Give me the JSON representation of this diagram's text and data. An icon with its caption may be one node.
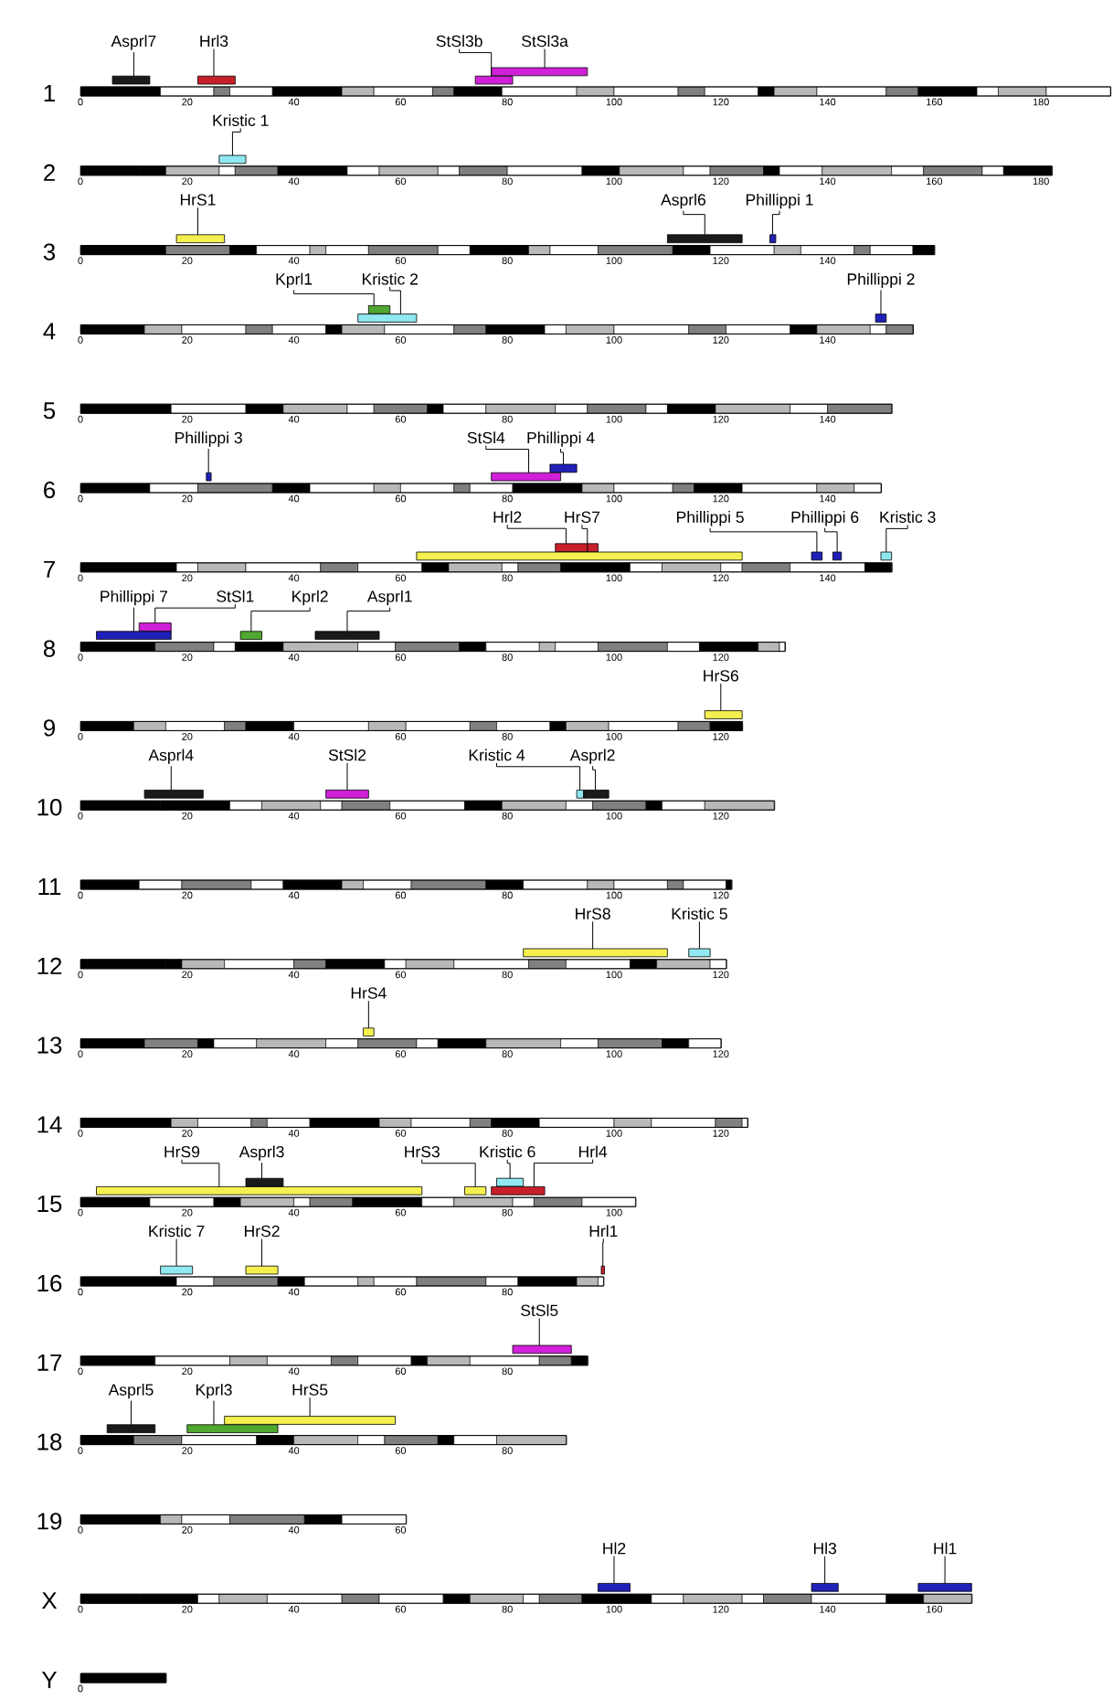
{
  "diagram": {
    "nodes": [
      {
        "text": [
          "1"
        ],
        "beside": [
          "0",
          "20",
          "40",
          "60",
          "80",
          "100",
          "120",
          "140",
          "160",
          "180"
        ]
      },
      {
        "text": [
          "Asprl7"
        ]
      },
      {
        "text": [],
        "shape": "bar"
      },
      {
        "text": [
          "Hrl3"
        ]
      },
      {
        "text": [],
        "shape": "bar"
      },
      {
        "text": [
          "StSl3b"
        ]
      },
      {
        "text": [],
        "shape": "bar"
      },
      {
        "text": [
          "StSl3a"
        ]
      },
      {
        "text": [],
        "shape": "bar"
      },
      {
        "text": [
          "2"
        ],
        "beside": [
          "0",
          "20",
          "40",
          "60",
          "80",
          "100",
          "120",
          "140",
          "160",
          "180"
        ]
      },
      {
        "text": [
          "Kristic 1"
        ]
      },
      {
        "text": [],
        "shape": "bar"
      },
      {
        "text": [
          "3"
        ],
        "beside": [
          "0",
          "20",
          "40",
          "60",
          "80",
          "100",
          "120",
          "140"
        ]
      },
      {
        "text": [
          "HrS1"
        ]
      },
      {
        "text": [],
        "shape": "bar"
      },
      {
        "text": [
          "Asprl6"
        ]
      },
      {
        "text": [],
        "shape": "bar"
      },
      {
        "text": [
          "Phillippi 1"
        ]
      },
      {
        "text": [],
        "shape": "bar"
      },
      {
        "text": [
          "4"
        ],
        "beside": [
          "0",
          "20",
          "40",
          "60",
          "80",
          "100",
          "120",
          "140"
        ]
      },
      {
        "text": [
          "Kprl1"
        ]
      },
      {
        "text": [],
        "shape": "bar"
      },
      {
        "text": [
          "Kristic 2"
        ]
      },
      {
        "text": [],
        "shape": "bar"
      },
      {
        "text": [
          "Phillippi 2"
        ]
      },
      {
        "text": [],
        "shape": "bar"
      },
      {
        "text": [
          "5"
        ],
        "beside": [
          "0",
          "20",
          "40",
          "60",
          "80",
          "100",
          "120",
          "140"
        ]
      },
      {
        "text": [
          "6"
        ],
        "beside": [
          "0",
          "20",
          "40",
          "60",
          "80",
          "100",
          "120",
          "140"
        ]
      },
      {
        "text": [
          "Phillippi 3"
        ]
      },
      {
        "text": [],
        "shape": "bar"
      },
      {
        "text": [
          "StSl4"
        ]
      },
      {
        "text": [],
        "shape": "bar"
      },
      {
        "text": [
          "Phillippi 4"
        ]
      },
      {
        "text": [],
        "shape": "bar"
      },
      {
        "text": [
          "7"
        ],
        "beside": [
          "0",
          "20",
          "40",
          "60",
          "80",
          "100",
          "120",
          "140"
        ]
      },
      {
        "text": [
          "Hrl2"
        ]
      },
      {
        "text": [],
        "shape": "bar"
      },
      {
        "text": [
          "HrS7"
        ]
      },
      {
        "text": [],
        "shape": "bar"
      },
      {
        "text": [
          "Phillippi 5"
        ]
      },
      {
        "text": [],
        "shape": "bar"
      },
      {
        "text": [
          "Phillippi 6"
        ]
      },
      {
        "text": [],
        "shape": "bar"
      },
      {
        "text": [
          "Kristic 3"
        ]
      },
      {
        "text": [],
        "shape": "bar"
      },
      {
        "text": [
          "8"
        ],
        "beside": [
          "0",
          "20",
          "40",
          "60",
          "80",
          "100",
          "120"
        ]
      },
      {
        "text": [
          "Phillippi 7"
        ]
      },
      {
        "text": [],
        "shape": "bar"
      },
      {
        "text": [
          "StSl1"
        ]
      },
      {
        "text": [],
        "shape": "bar"
      },
      {
        "text": [
          "Kprl2"
        ]
      },
      {
        "text": [],
        "shape": "bar"
      },
      {
        "text": [
          "Asprl1"
        ]
      },
      {
        "text": [],
        "shape": "bar"
      },
      {
        "text": [
          "9"
        ],
        "beside": [
          "0",
          "20",
          "40",
          "60",
          "80",
          "100",
          "120"
        ]
      },
      {
        "text": [
          "HrS6"
        ]
      },
      {
        "text": [],
        "shape": "bar"
      },
      {
        "text": [
          "10"
        ],
        "beside": [
          "0",
          "20",
          "40",
          "60",
          "80",
          "100",
          "120"
        ]
      },
      {
        "text": [
          "Asprl4"
        ]
      },
      {
        "text": [],
        "shape": "bar"
      },
      {
        "text": [
          "StSl2"
        ]
      },
      {
        "text": [],
        "shape": "bar"
      },
      {
        "text": [
          "Kristic 4"
        ]
      },
      {
        "text": [],
        "shape": "bar"
      },
      {
        "text": [
          "Asprl2"
        ]
      },
      {
        "text": [],
        "shape": "bar"
      },
      {
        "text": [
          "11"
        ],
        "beside": [
          "0",
          "20",
          "40",
          "60",
          "80",
          "100",
          "120"
        ]
      },
      {
        "text": [
          "12"
        ],
        "beside": [
          "0",
          "20",
          "40",
          "60",
          "80",
          "100",
          "120"
        ]
      },
      {
        "text": [
          "HrS8"
        ]
      },
      {
        "text": [],
        "shape": "bar"
      },
      {
        "text": [
          "Kristic 5"
        ]
      },
      {
        "text": [],
        "shape": "bar"
      },
      {
        "text": [
          "13"
        ],
        "beside": [
          "0",
          "20",
          "40",
          "60",
          "80",
          "100",
          "120"
        ]
      },
      {
        "text": [
          "HrS4"
        ]
      },
      {
        "text": [],
        "shape": "bar"
      },
      {
        "text": [
          "14"
        ],
        "beside": [
          "0",
          "20",
          "40",
          "60",
          "80",
          "100",
          "120"
        ]
      },
      {
        "text": [
          "15"
        ],
        "beside": [
          "0",
          "20",
          "40",
          "60",
          "80",
          "100"
        ]
      },
      {
        "text": [
          "HrS9"
        ]
      },
      {
        "text": [],
        "shape": "bar"
      },
      {
        "text": [
          "Asprl3"
        ]
      },
      {
        "text": [],
        "shape": "bar"
      },
      {
        "text": [
          "HrS3"
        ]
      },
      {
        "text": [],
        "shape": "bar"
      },
      {
        "text": [
          "Kristic 6"
        ]
      },
      {
        "text": [],
        "shape": "bar"
      },
      {
        "text": [
          "Hrl4"
        ]
      },
      {
        "text": [],
        "shape": "bar"
      },
      {
        "text": [
          "16"
        ],
        "beside": [
          "0",
          "20",
          "40",
          "60",
          "80"
        ]
      },
      {
        "text": [
          "Kristic 7"
        ]
      },
      {
        "text": [],
        "shape": "bar"
      },
      {
        "text": [
          "HrS2"
        ]
      },
      {
        "text": [],
        "shape": "bar"
      },
      {
        "text": [
          "Hrl1"
        ]
      },
      {
        "text": [],
        "shape": "bar"
      },
      {
        "text": [
          "17"
        ],
        "beside": [
          "0",
          "20",
          "40",
          "60",
          "80"
        ]
      },
      {
        "text": [
          "StSl5"
        ]
      },
      {
        "text": [],
        "shape": "bar"
      },
      {
        "text": [
          "18"
        ],
        "beside": [
          "0",
          "20",
          "40",
          "60",
          "80"
        ]
      },
      {
        "text": [
          "Asprl5"
        ]
      },
      {
        "text": [],
        "shape": "bar"
      },
      {
        "text": [
          "Kprl3"
        ]
      },
      {
        "text": [],
        "shape": "bar"
      },
      {
        "text": [
          "HrS5"
        ]
      },
      {
        "text": [],
        "shape": "bar"
      },
      {
        "text": [
          "19"
        ],
        "beside": [
          "0",
          "20",
          "40",
          "60"
        ]
      },
      {
        "text": [
          "X"
        ],
        "beside": [
          "0",
          "20",
          "40",
          "60",
          "80",
          "100",
          "120",
          "140",
          "160"
        ]
      },
      {
        "text": [
          "Hl2"
        ]
      },
      {
        "text": [],
        "shape": "bar"
      },
      {
        "text": [
          "Hl3"
        ]
      },
      {
        "text": [],
        "shape": "bar"
      },
      {
        "text": [
          "Hl1"
        ]
      },
      {
        "text": [],
        "shape": "bar"
      },
      {
        "text": [
          "Y"
        ],
        "beside": [
          "0"
        ]
      }
    ],
    "edges": [
      {
        "from": 1,
        "to": 2,
        "arrow": "none"
      },
      {
        "from": 3,
        "to": 4,
        "arrow": "none"
      },
      {
        "from": 5,
        "to": 6,
        "arrow": "none"
      },
      {
        "from": 7,
        "to": 8,
        "arrow": "none"
      },
      {
        "from": 10,
        "to": 11,
        "arrow": "none"
      },
      {
        "from": 13,
        "to": 14,
        "arrow": "none"
      },
      {
        "from": 15,
        "to": 16,
        "arrow": "none"
      },
      {
        "from": 17,
        "to": 18,
        "arrow": "none"
      },
      {
        "from": 20,
        "to": 21,
        "arrow": "none"
      },
      {
        "from": 22,
        "to": 23,
        "arrow": "none"
      },
      {
        "from": 24,
        "to": 25,
        "arrow": "none"
      },
      {
        "from": 28,
        "to": 29,
        "arrow": "none"
      },
      {
        "from": 30,
        "to": 31,
        "arrow": "none"
      },
      {
        "from": 32,
        "to": 33,
        "arrow": "none"
      },
      {
        "from": 35,
        "to": 36,
        "arrow": "none"
      },
      {
        "from": 37,
        "to": 38,
        "arrow": "none"
      },
      {
        "from": 39,
        "to": 40,
        "arrow": "none"
      },
      {
        "from": 41,
        "to": 42,
        "arrow": "none"
      },
      {
        "from": 43,
        "to": 44,
        "arrow": "none"
      },
      {
        "from": 46,
        "to": 47,
        "arrow": "none"
      },
      {
        "from": 48,
        "to": 49,
        "arrow": "none"
      },
      {
        "from": 50,
        "to": 51,
        "arrow": "none"
      },
      {
        "from": 52,
        "to": 53,
        "arrow": "none"
      },
      {
        "from": 55,
        "to": 56,
        "arrow": "none"
      },
      {
        "from": 58,
        "to": 59,
        "arrow": "none"
      },
      {
        "from": 60,
        "to": 61,
        "arrow": "none"
      },
      {
        "from": 62,
        "to": 63,
        "arrow": "none"
      },
      {
        "from": 64,
        "to": 65,
        "arrow": "none"
      },
      {
        "from": 68,
        "to": 69,
        "arrow": "none"
      },
      {
        "from": 70,
        "to": 71,
        "arrow": "none"
      },
      {
        "from": 73,
        "to": 74,
        "arrow": "none"
      },
      {
        "from": 77,
        "to": 78,
        "arrow": "none"
      },
      {
        "from": 79,
        "to": 80,
        "arrow": "none"
      },
      {
        "from": 81,
        "to": 82,
        "arrow": "none"
      },
      {
        "from": 83,
        "to": 84,
        "arrow": "none"
      },
      {
        "from": 85,
        "to": 86,
        "arrow": "none"
      },
      {
        "from": 88,
        "to": 89,
        "arrow": "none"
      },
      {
        "from": 90,
        "to": 91,
        "arrow": "none"
      },
      {
        "from": 92,
        "to": 93,
        "arrow": "none"
      },
      {
        "from": 95,
        "to": 96,
        "arrow": "none"
      },
      {
        "from": 98,
        "to": 99,
        "arrow": "none"
      },
      {
        "from": 100,
        "to": 101,
        "arrow": "none"
      },
      {
        "from": 102,
        "to": 103,
        "arrow": "none"
      },
      {
        "from": 106,
        "to": 107,
        "arrow": "none"
      },
      {
        "from": 108,
        "to": 109,
        "arrow": "none"
      },
      {
        "from": 110,
        "to": 111,
        "arrow": "none"
      }
    ]
  }
}
